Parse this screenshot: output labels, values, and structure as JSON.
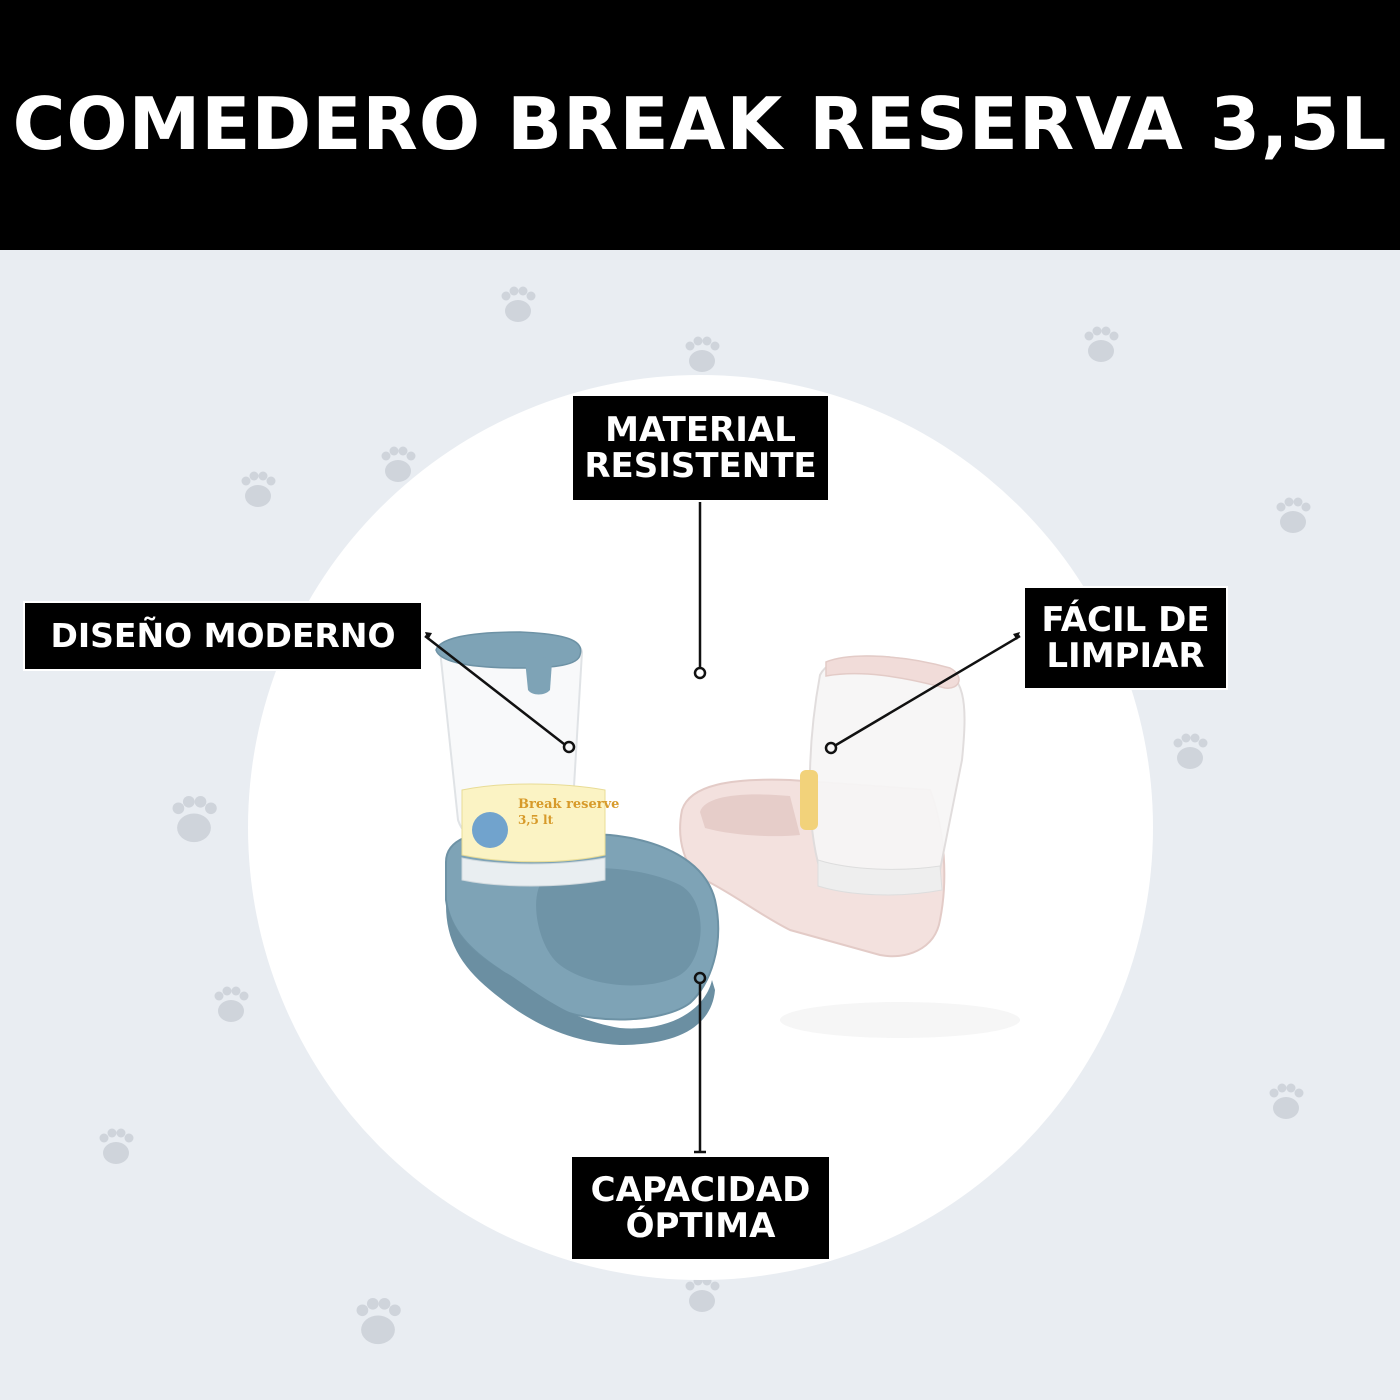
{
  "title": "COMEDERO BREAK RESERVA 3,5L",
  "callouts": {
    "material": [
      "MATERIAL",
      "RESISTENTE"
    ],
    "diseno": "DISEÑO MODERNO",
    "facil": [
      "FÁCIL DE",
      "LIMPIAR"
    ],
    "capacidad": [
      "CAPACIDAD",
      "ÓPTIMA"
    ]
  },
  "product_sticker": [
    "Break reserve",
    "3,5 lt"
  ],
  "colors": {
    "header_bg": "#000000",
    "page_bg": "#e9edf2",
    "paw_icon": "#cfd4db",
    "feeder_blue": "#7ea3b6",
    "feeder_pink": "#f0d9d6"
  },
  "icons": [
    "paw-print-icon"
  ]
}
